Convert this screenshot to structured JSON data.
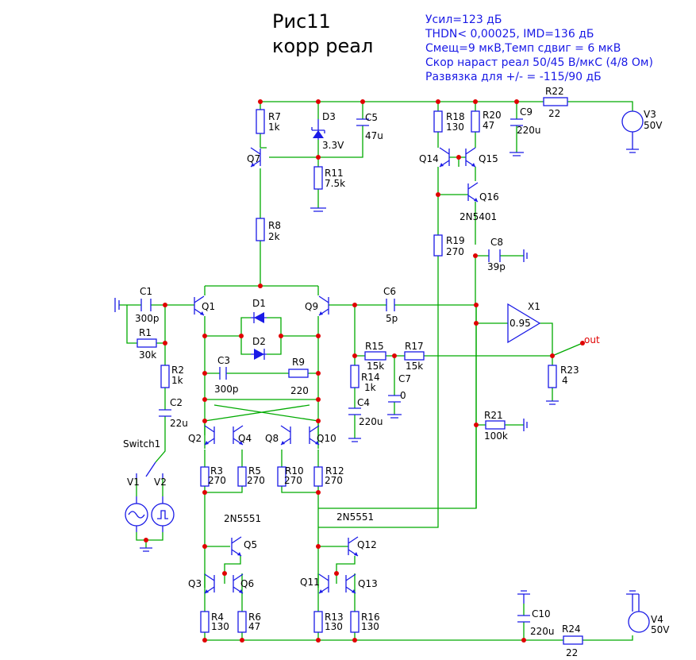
{
  "title": {
    "line1": "Рис11",
    "line2": "корр реал"
  },
  "specs": [
    "Усил=123 дБ",
    "THDN< 0,00025, IMD=136 дБ",
    "Смещ=9 мкВ,Темп сдвиг = 6 мкВ",
    "Скор нараст реал 50/45 В/мкС (4/8 Ом)",
    "Развязка для +/- = -115/90 дБ"
  ],
  "components": {
    "R1": {
      "name": "R1",
      "value": "30k"
    },
    "R2": {
      "name": "R2",
      "value": "1k"
    },
    "R3": {
      "name": "R3",
      "value": "270"
    },
    "R4": {
      "name": "R4",
      "value": "130"
    },
    "R5": {
      "name": "R5",
      "value": "270"
    },
    "R6": {
      "name": "R6",
      "value": "47"
    },
    "R7": {
      "name": "R7",
      "value": "1k"
    },
    "R8": {
      "name": "R8",
      "value": "2k"
    },
    "R9": {
      "name": "R9",
      "value": "220"
    },
    "R10": {
      "name": "R10",
      "value": "270"
    },
    "R11": {
      "name": "R11",
      "value": "7.5k"
    },
    "R12": {
      "name": "R12",
      "value": "270"
    },
    "R13": {
      "name": "R13",
      "value": "130"
    },
    "R14": {
      "name": "R14",
      "value": "1k"
    },
    "R15": {
      "name": "R15",
      "value": "15k"
    },
    "R16": {
      "name": "R16",
      "value": "130"
    },
    "R17": {
      "name": "R17",
      "value": "15k"
    },
    "R18": {
      "name": "R18",
      "value": "130"
    },
    "R19": {
      "name": "R19",
      "value": "270"
    },
    "R20": {
      "name": "R20",
      "value": "47"
    },
    "R21": {
      "name": "R21",
      "value": "100k"
    },
    "R22": {
      "name": "R22",
      "value": "22"
    },
    "R23": {
      "name": "R23",
      "value": "4"
    },
    "R24": {
      "name": "R24",
      "value": "22"
    },
    "C1": {
      "name": "C1",
      "value": "300p"
    },
    "C2": {
      "name": "C2",
      "value": "22u"
    },
    "C3": {
      "name": "C3",
      "value": "300p"
    },
    "C4": {
      "name": "C4",
      "value": "220u"
    },
    "C5": {
      "name": "C5",
      "value": "47u"
    },
    "C6": {
      "name": "C6",
      "value": "5p"
    },
    "C7": {
      "name": "C7",
      "value": "0"
    },
    "C8": {
      "name": "C8",
      "value": "39p"
    },
    "C9": {
      "name": "C9",
      "value": "220u"
    },
    "C10": {
      "name": "C10",
      "value": "220u"
    },
    "D1": {
      "name": "D1"
    },
    "D2": {
      "name": "D2"
    },
    "D3": {
      "name": "D3",
      "value": "3.3V"
    },
    "Q1": {
      "name": "Q1"
    },
    "Q2": {
      "name": "Q2"
    },
    "Q3": {
      "name": "Q3"
    },
    "Q4": {
      "name": "Q4"
    },
    "Q5": {
      "name": "Q5"
    },
    "Q6": {
      "name": "Q6"
    },
    "Q7": {
      "name": "Q7"
    },
    "Q8": {
      "name": "Q8"
    },
    "Q9": {
      "name": "Q9"
    },
    "Q10": {
      "name": "Q10"
    },
    "Q11": {
      "name": "Q11"
    },
    "Q12": {
      "name": "Q12"
    },
    "Q13": {
      "name": "Q13"
    },
    "Q14": {
      "name": "Q14"
    },
    "Q15": {
      "name": "Q15"
    },
    "Q16": {
      "name": "Q16",
      "part": "2N5401"
    },
    "Q5part": "2N5551",
    "Q12part": "2N5551",
    "X1": {
      "name": "X1",
      "value": "0.95"
    },
    "V1": {
      "name": "V1"
    },
    "V2": {
      "name": "V2"
    },
    "V3": {
      "name": "V3",
      "value": "50V"
    },
    "V4": {
      "name": "V4",
      "value": "50V"
    },
    "Switch1": {
      "name": "Switch1"
    },
    "out": "out"
  }
}
